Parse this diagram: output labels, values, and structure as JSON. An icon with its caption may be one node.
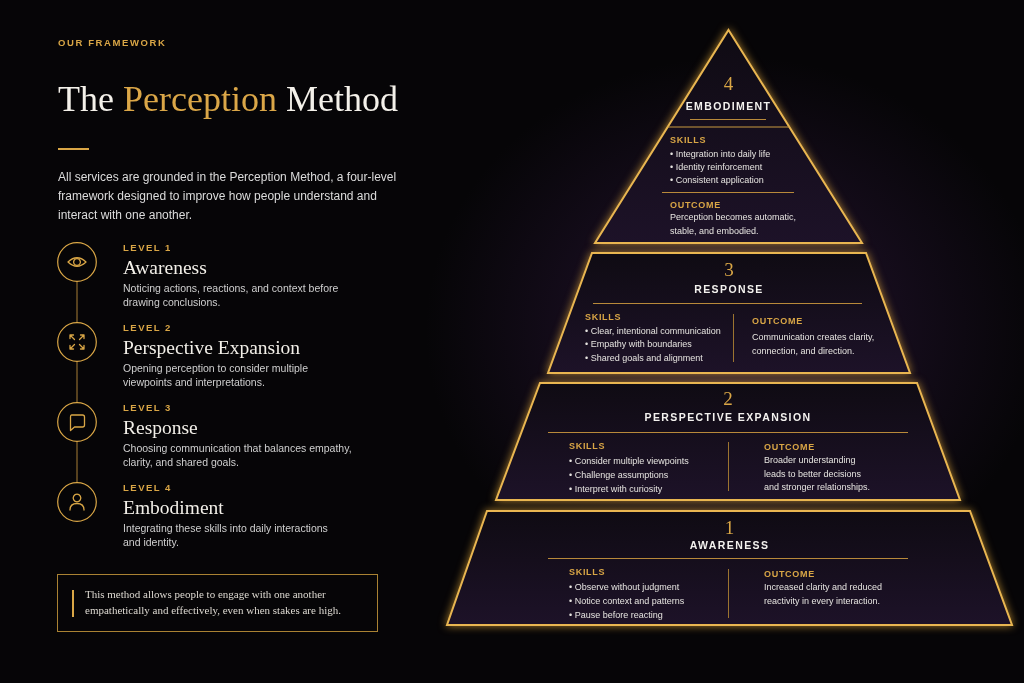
{
  "diagram": {
    "title": "The **Perception** Method",
    "nodes": [
      {
        "text": [],
        "shape": "circle",
        "beside": [
          "LEVEL 1",
          "Awareness",
          "Noticing actions, reactions, and context before drawing conclusions."
        ]
      },
      {
        "text": [],
        "shape": "circle",
        "beside": [
          "LEVEL 2",
          "Perspective Expansion",
          "Opening perception to consider multiple viewpoints and interpretations."
        ]
      },
      {
        "text": [],
        "shape": "circle",
        "beside": [
          "LEVEL 3",
          "Response",
          "Choosing communication that balances empathy, clarity, and shared goals."
        ]
      },
      {
        "text": [],
        "shape": "circle",
        "beside": [
          "LEVEL 4",
          "Embodiment",
          "Integrating these skills into daily interactions and identity."
        ]
      },
      {
        "text": [
          "This method allows people to engage with one another empathetically and effectively, even when stakes are high."
        ]
      },
      {
        "text": [
          "4",
          "EMBODIMENT",
          "SKILLS",
          "• Integration into daily life",
          "• Identity reinforcement",
          "• Consistent application",
          "OUTCOME",
          "Perception becomes automatic, stable, and embodied."
        ]
      },
      {
        "text": [
          "3",
          "RESPONSE",
          "SKILLS",
          "• Clear, intentional communication",
          "• Empathy with boundaries",
          "• Shared goals and alignment",
          "OUTCOME",
          "Communication creates clarity, connection, and direction."
        ]
      },
      {
        "text": [
          "2",
          "PERSPECTIVE EXPANSION",
          "SKILLS",
          "• Consider multiple viewpoints",
          "• Challenge assumptions",
          "• Interpret with curiosity",
          "OUTCOME",
          "Broader understanding leads to better decisions and stronger relationships."
        ]
      },
      {
        "text": [
          "1",
          "AWARENESS",
          "SKILLS",
          "• Observe without judgment",
          "• Notice context and patterns",
          "• Pause before reacting",
          "OUTCOME",
          "Increased clarity and reduced reactivity in every interaction."
        ]
      }
    ],
    "edges": [
      {
        "from": 0,
        "to": 1,
        "arrow": "none"
      },
      {
        "from": 1,
        "to": 2,
        "arrow": "none"
      },
      {
        "from": 2,
        "to": 3,
        "arrow": "none"
      }
    ],
    "labels": [
      "OUR FRAMEWORK",
      "All services are grounded in the Perception Method, a four-level framework designed to improve how people understand and interact with one another."
    ]
  }
}
